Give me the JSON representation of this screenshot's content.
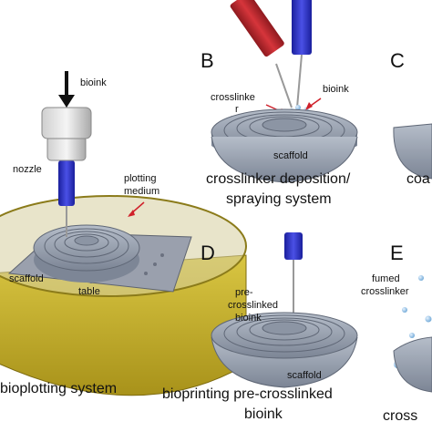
{
  "panels": {
    "A": {
      "labels": {
        "bioink": "bioink",
        "nozzle": "nozzle",
        "plotting_medium_1": "plotting",
        "plotting_medium_2": "medium",
        "scaffold": "scaffold",
        "table": "table"
      },
      "caption": "bioplotting system"
    },
    "B": {
      "letter": "B",
      "labels": {
        "crosslinker_1": "crosslinke",
        "crosslinker_2": "r",
        "bioink": "bioink",
        "scaffold": "scaffold"
      },
      "caption_1": "crosslinker deposition/",
      "caption_2": "spraying system"
    },
    "C": {
      "letter": "C",
      "caption_partial": "coa"
    },
    "D": {
      "letter": "D",
      "labels": {
        "pre_1": "pre-",
        "pre_2": "crosslinked",
        "pre_3": "bioink",
        "scaffold": "scaffold"
      },
      "caption_1": "bioprinting pre-crosslinked",
      "caption_2": "bioink"
    },
    "E": {
      "letter": "E",
      "labels": {
        "fumed_1": "fumed",
        "fumed_2": "crosslinker"
      },
      "caption_partial": "cross"
    }
  },
  "colors": {
    "scaffold_gray": "#9aa4b4",
    "bioink_blue": "#2b2fc8",
    "crosslinker_red": "#b8232a",
    "medium_gold": "#c9b22c",
    "arrow_red": "#d0202a"
  }
}
